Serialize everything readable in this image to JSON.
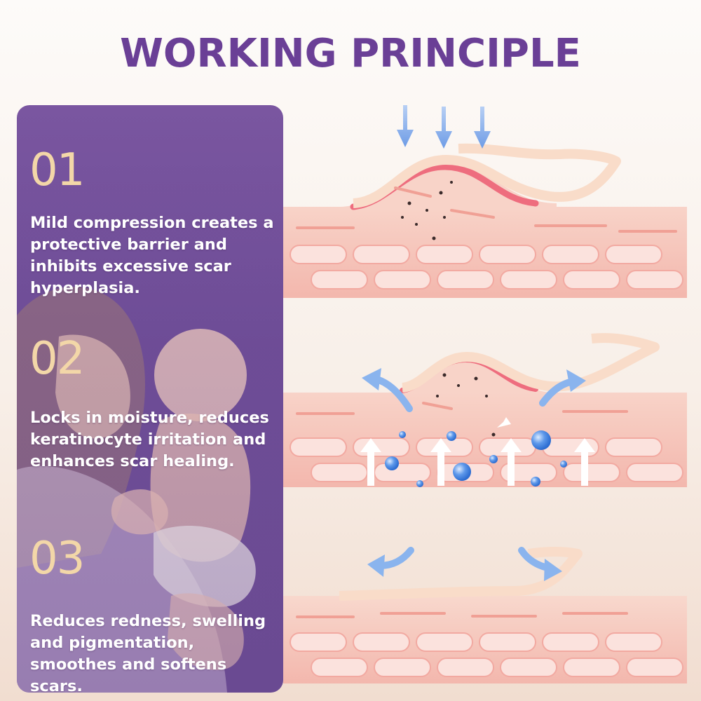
{
  "title": "WORKING PRINCIPLE",
  "steps": [
    {
      "number": "01",
      "text": "Mild compression creates a protective barrier and inhibits excessive scar hyperplasia."
    },
    {
      "number": "02",
      "text": "Locks in moisture, reduces keratinocyte irritation and enhances scar healing."
    },
    {
      "number": "03",
      "text": "Reduces redness, swelling and pigmentation, smoothes and softens scars."
    }
  ],
  "colors": {
    "title": "#6a3f96",
    "panel": "#6d4c96",
    "step_number": "#f3d7a8",
    "skin": "#f4c2b8",
    "scar": "#ee6d7e",
    "arrow": "#8ab4ee",
    "droplet": "#3d7fe0"
  },
  "icons": [
    "down-arrow-icon",
    "curved-arrow-icon",
    "up-arrow-icon",
    "water-droplet-icon"
  ]
}
